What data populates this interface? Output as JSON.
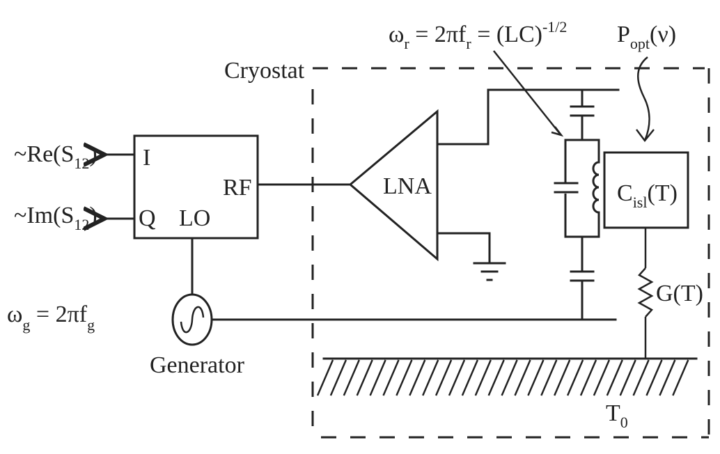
{
  "diagram": {
    "cryostat_label": "Cryostat",
    "outputs": {
      "re": {
        "prefix": "~Re(S",
        "sub": "12",
        "suffix": ")"
      },
      "im": {
        "prefix": "~Im(S",
        "sub": "12",
        "suffix": ")"
      }
    },
    "iq_mixer": {
      "i_label": "I",
      "q_label": "Q",
      "lo_label": "LO",
      "rf_label": "RF"
    },
    "lna_label": "LNA",
    "generator": {
      "label": "Generator",
      "omega": "ω",
      "omega_sub": "g",
      "equation": " = 2πf",
      "f_sub": "g"
    },
    "resonance": {
      "omega": "ω",
      "omega_sub": "r",
      "eq1": " = 2πf",
      "f_sub": "r",
      "eq2": " = (LC)",
      "exponent": "-1/2"
    },
    "optical_power": {
      "p": "P",
      "sub": "opt",
      "arg": "(ν)"
    },
    "island": {
      "c": "C",
      "sub": "isl",
      "arg": "(T)"
    },
    "thermal_conductance": "G(T)",
    "bath": {
      "t": "T",
      "sub": "0"
    }
  }
}
